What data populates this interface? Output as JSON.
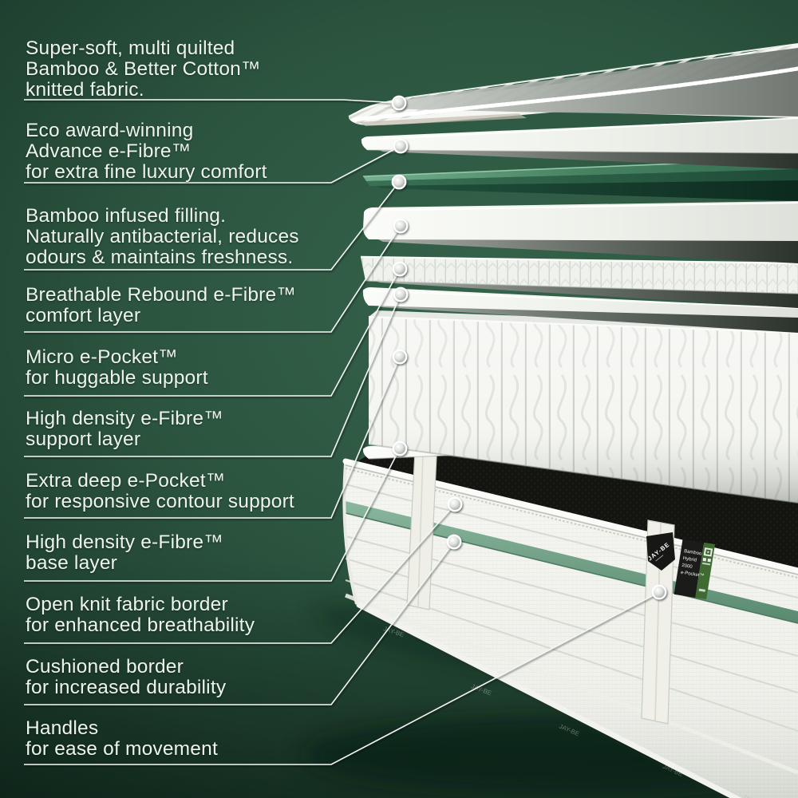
{
  "callouts": [
    {
      "line1": "Super-soft, multi quilted",
      "line2": "Bamboo & Better Cotton™",
      "line3": "knitted fabric."
    },
    {
      "line1": "Eco award-winning",
      "line2": "Advance e-Fibre™",
      "line3": "for extra fine luxury comfort"
    },
    {
      "line1": "Bamboo infused filling.",
      "line2": "Naturally antibacterial, reduces",
      "line3": "odours & maintains freshness."
    },
    {
      "line1": "Breathable Rebound e-Fibre™",
      "line2": "comfort layer"
    },
    {
      "line1": "Micro e-Pocket™",
      "line2": "for huggable support"
    },
    {
      "line1": "High density e-Fibre™",
      "line2": "support layer"
    },
    {
      "line1": "Extra deep e-Pocket™",
      "line2": "for responsive contour support"
    },
    {
      "line1": "High density e-Fibre™",
      "line2": "base layer"
    },
    {
      "line1": "Open knit fabric border",
      "line2": "for enhanced breathability"
    },
    {
      "line1": "Cushioned border",
      "line2": "for increased durability"
    },
    {
      "line1": "Handles",
      "line2": "for ease of movement"
    }
  ],
  "tags": {
    "brand": "JAY-BE",
    "product_line1": "Bamboo",
    "product_line2": "Hybrid",
    "product_line3": "2000",
    "product_line4": "e-Pocket™",
    "watermark": "JAY-BE"
  },
  "colors": {
    "background_center": "#35624a",
    "background_edge": "#0d2418",
    "label_text": "#eef3ee",
    "accent_green_layer": "#4f8a6c",
    "base_stripe_green": "#7fae93",
    "mattress_white": "#f6f7f4",
    "mesh_black": "#141511",
    "tag_black": "#171715",
    "tag_green": "#3f6b33"
  }
}
